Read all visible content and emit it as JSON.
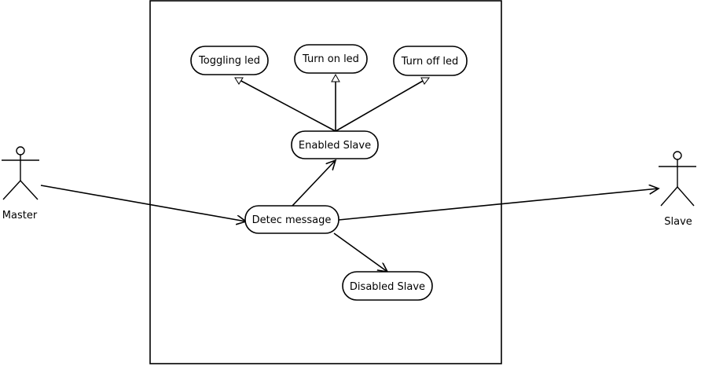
{
  "use_cases": {
    "toggling_led": "Toggling led",
    "turn_on_led": "Turn on led",
    "turn_off_led": "Turn off led",
    "enabled_slave": "Enabled Slave",
    "detec_message": "Detec message",
    "disabled_slave": "Disabled Slave"
  },
  "actors": {
    "master": "Master",
    "slave": "Slave"
  },
  "colors": {
    "stroke": "#000000",
    "background": "#ffffff"
  }
}
